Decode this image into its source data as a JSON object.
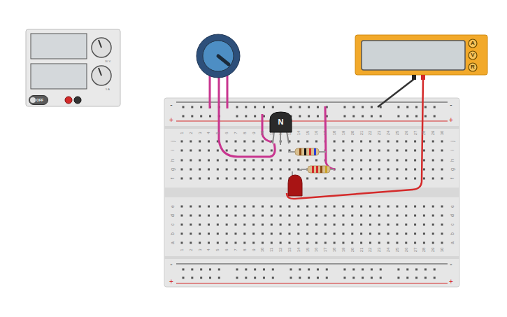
{
  "diagram": {
    "nodes": [
      {
        "text": [
          "OFF"
        ]
      },
      {
        "text": [
          "N"
        ]
      },
      {
        "text": [
          "A"
        ]
      },
      {
        "text": [
          "V"
        ]
      },
      {
        "text": [
          "R"
        ]
      }
    ],
    "labels": [
      "30 V",
      "5 A",
      "-",
      "+",
      "-",
      "+",
      "-",
      "+",
      "-",
      "+",
      "1",
      "2",
      "3",
      "4",
      "5",
      "6",
      "7",
      "8",
      "9",
      "10",
      "11",
      "12",
      "13",
      "14",
      "15",
      "16",
      "17",
      "18",
      "19",
      "20",
      "21",
      "22",
      "23",
      "24",
      "25",
      "26",
      "27",
      "28",
      "29",
      "30",
      "1",
      "2",
      "3",
      "4",
      "5",
      "6",
      "7",
      "8",
      "9",
      "10",
      "11",
      "12",
      "13",
      "14",
      "15",
      "16",
      "17",
      "18",
      "19",
      "20",
      "21",
      "22",
      "23",
      "24",
      "25",
      "26",
      "27",
      "28",
      "29",
      "30",
      "j",
      "i",
      "h",
      "g",
      "f",
      "j",
      "i",
      "h",
      "g",
      "f",
      "e",
      "d",
      "c",
      "b",
      "a",
      "e",
      "d",
      "c",
      "b",
      "a"
    ]
  }
}
